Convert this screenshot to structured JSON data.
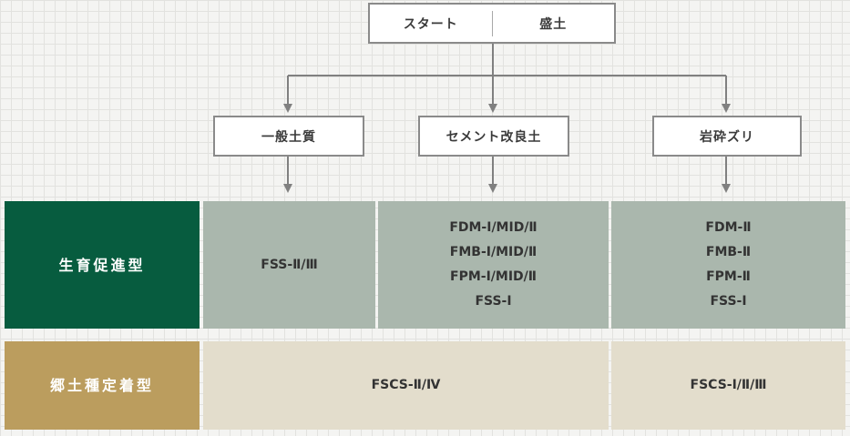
{
  "start": {
    "label": "スタート",
    "step": "盛土"
  },
  "soil_types": [
    {
      "label": "一般土質"
    },
    {
      "label": "セメント改良土"
    },
    {
      "label": "岩砕ズリ"
    }
  ],
  "rows": [
    {
      "label": "生育促進型",
      "cells": [
        [
          "FSS-Ⅱ/Ⅲ"
        ],
        [
          "FDM-Ⅰ/MID/Ⅱ",
          "FMB-Ⅰ/MID/Ⅱ",
          "FPM-Ⅰ/MID/Ⅱ",
          "FSS-Ⅰ"
        ],
        [
          "FDM-Ⅱ",
          "FMB-Ⅱ",
          "FPM-Ⅱ",
          "FSS-Ⅰ"
        ]
      ]
    },
    {
      "label": "郷土種定着型",
      "cells": [
        [
          "FSCS-Ⅱ/Ⅳ"
        ],
        [
          "FSCS-Ⅰ/Ⅱ/Ⅲ"
        ]
      ]
    }
  ],
  "colors": {
    "growth_label_bg": "#075c3f",
    "growth_cell_bg": "#aab7ad",
    "native_label_bg": "#bb9d5e",
    "native_cell_bg": "#e3ddcc",
    "connector": "#808080"
  }
}
